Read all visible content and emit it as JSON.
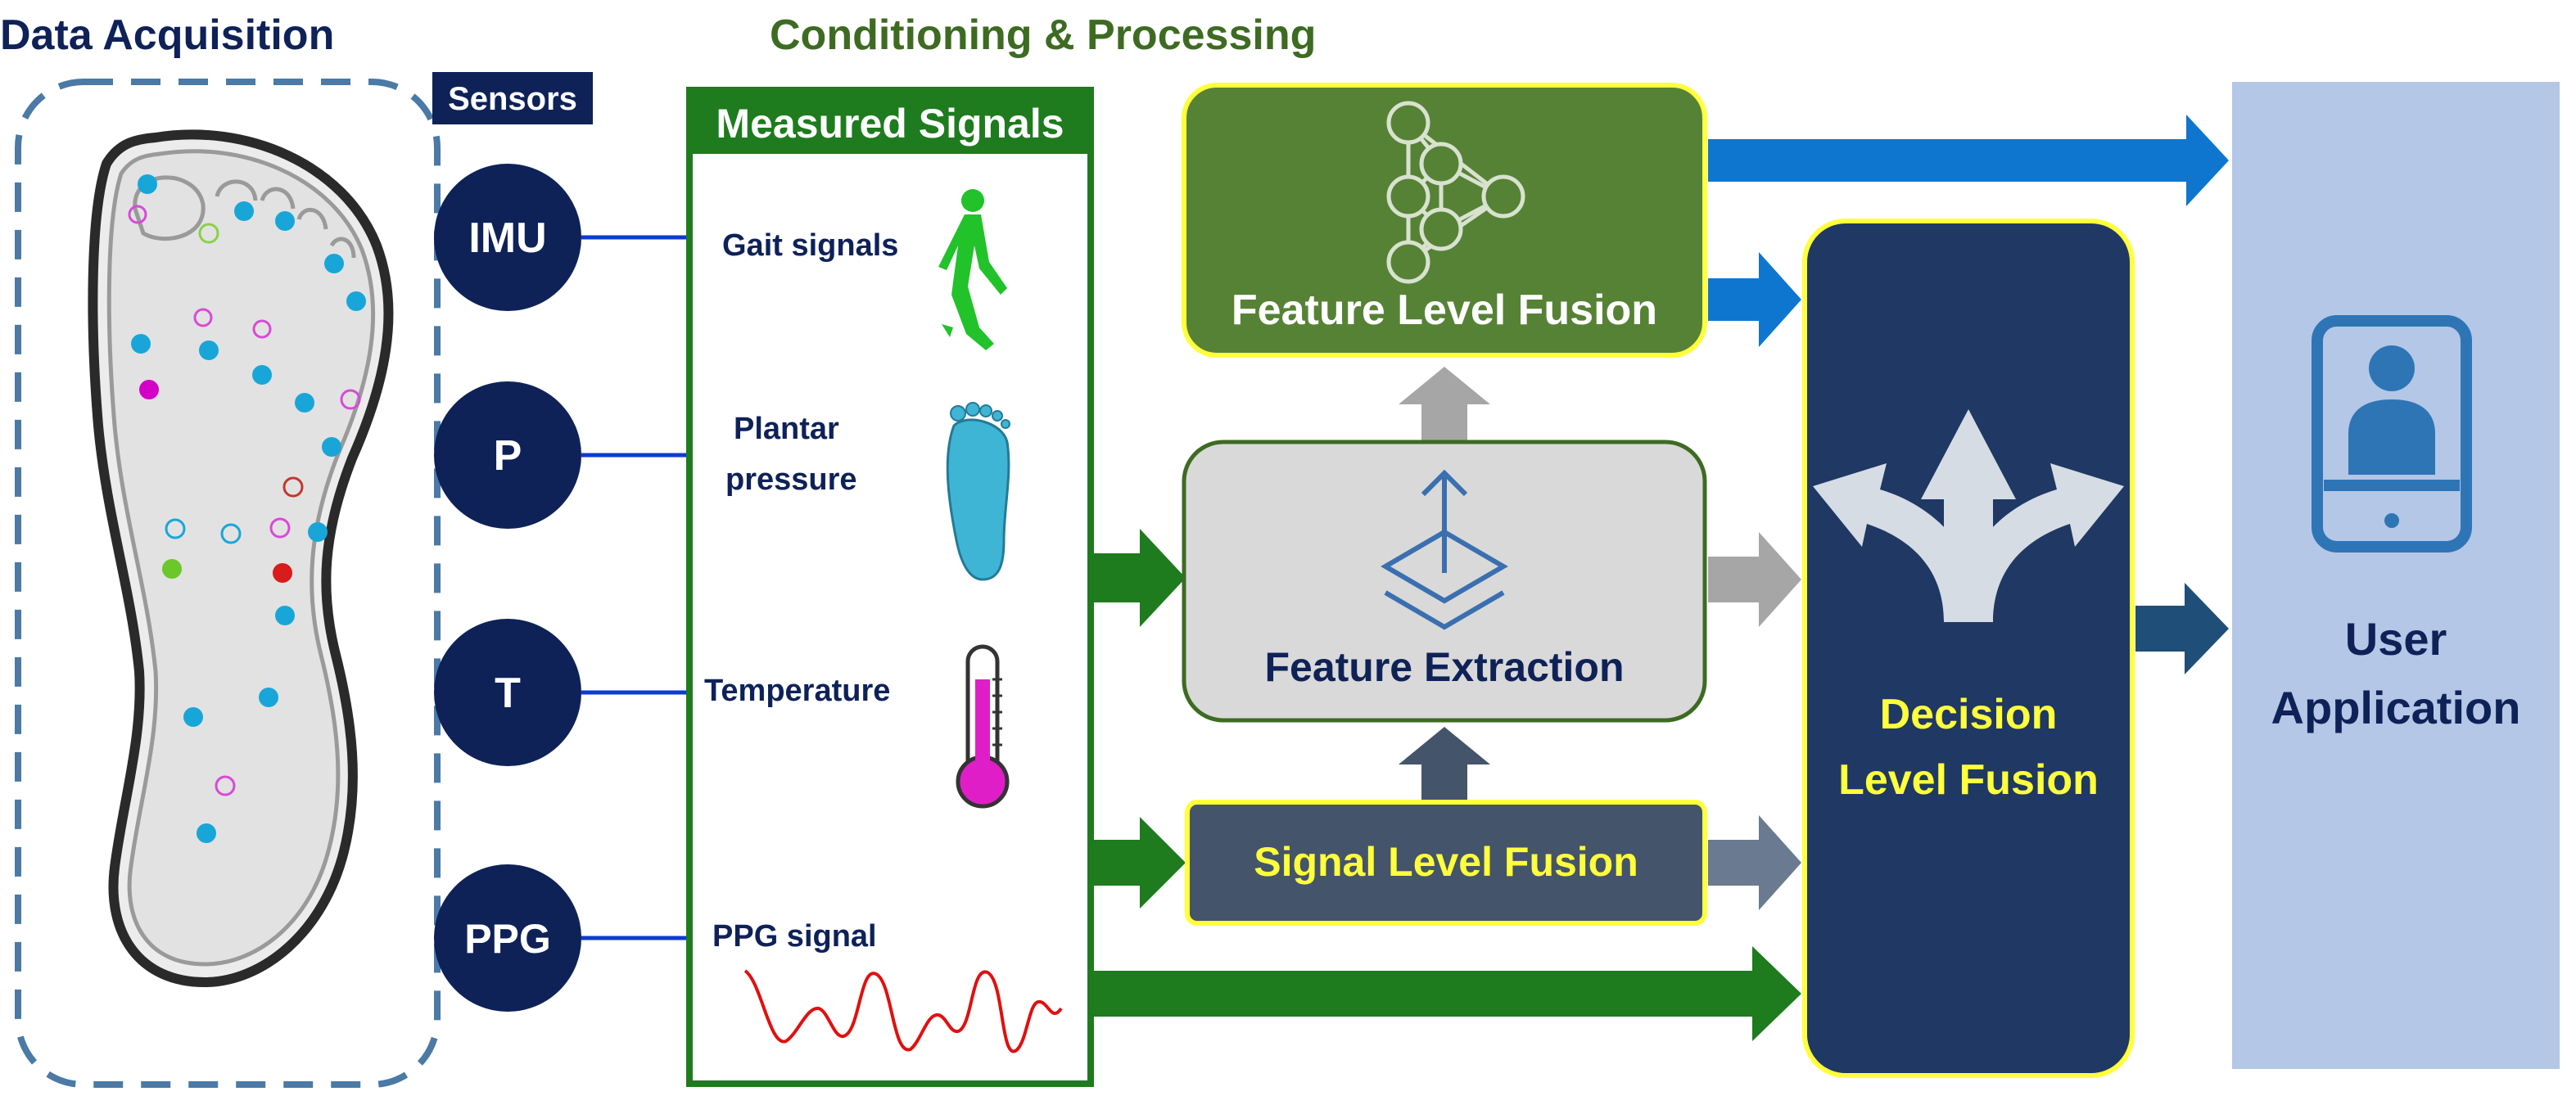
{
  "sections": {
    "acquisition": "Data Acquisition",
    "conditioning": "Conditioning & Processing"
  },
  "sensors": {
    "header": "Sensors",
    "items": [
      "IMU",
      "P",
      "T",
      "PPG"
    ]
  },
  "signals": {
    "header": "Measured Signals",
    "gait": "Gait signals",
    "plantar_1": "Plantar",
    "plantar_2": "pressure",
    "temperature": "Temperature",
    "ppg": "PPG signal"
  },
  "blocks": {
    "feature_fusion": "Feature Level Fusion",
    "feature_extraction": "Feature Extraction",
    "signal_fusion": "Signal Level Fusion",
    "decision_1": "Decision",
    "decision_2": "Level Fusion",
    "user_1": "User",
    "user_2": "Application"
  },
  "icons": {
    "feature_fusion": "neural-network-icon",
    "feature_extraction": "layers-upload-icon",
    "decision": "split-arrows-icon",
    "user": "smartphone-user-icon",
    "gait": "walking-person-icon",
    "plantar": "foot-icon",
    "temperature": "thermometer-icon",
    "ppg": "waveform-icon"
  },
  "colors": {
    "navy": "#0e2258",
    "green_dark": "#1e7b1e",
    "green_block": "#568235",
    "yellow_border": "#ffff3c",
    "decision_bg": "#1f3864",
    "signal_bg": "#44546a",
    "user_bg": "#b4c7e7",
    "blue_arrow": "#0f76d0"
  }
}
